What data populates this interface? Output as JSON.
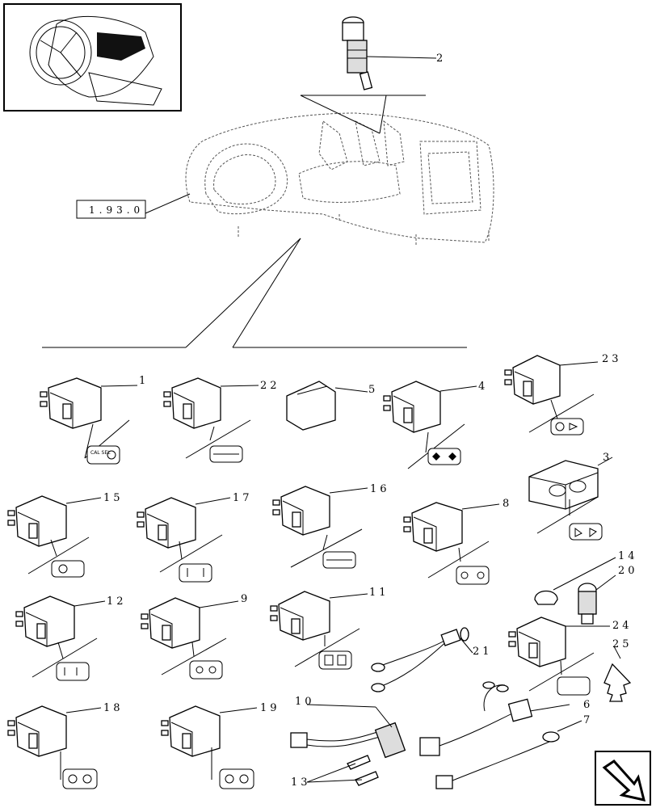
{
  "reference_box": {
    "label": "1.93.0"
  },
  "callouts": [
    "1",
    "2",
    "3",
    "4",
    "5",
    "6",
    "7",
    "8",
    "9",
    "10",
    "11",
    "12",
    "13",
    "14",
    "15",
    "16",
    "17",
    "18",
    "19",
    "20",
    "21",
    "22",
    "23",
    "24",
    "25"
  ],
  "icon_text": {
    "cal_sel": "CAL SEL"
  },
  "nav_icon": "next-page-arrow-icon"
}
